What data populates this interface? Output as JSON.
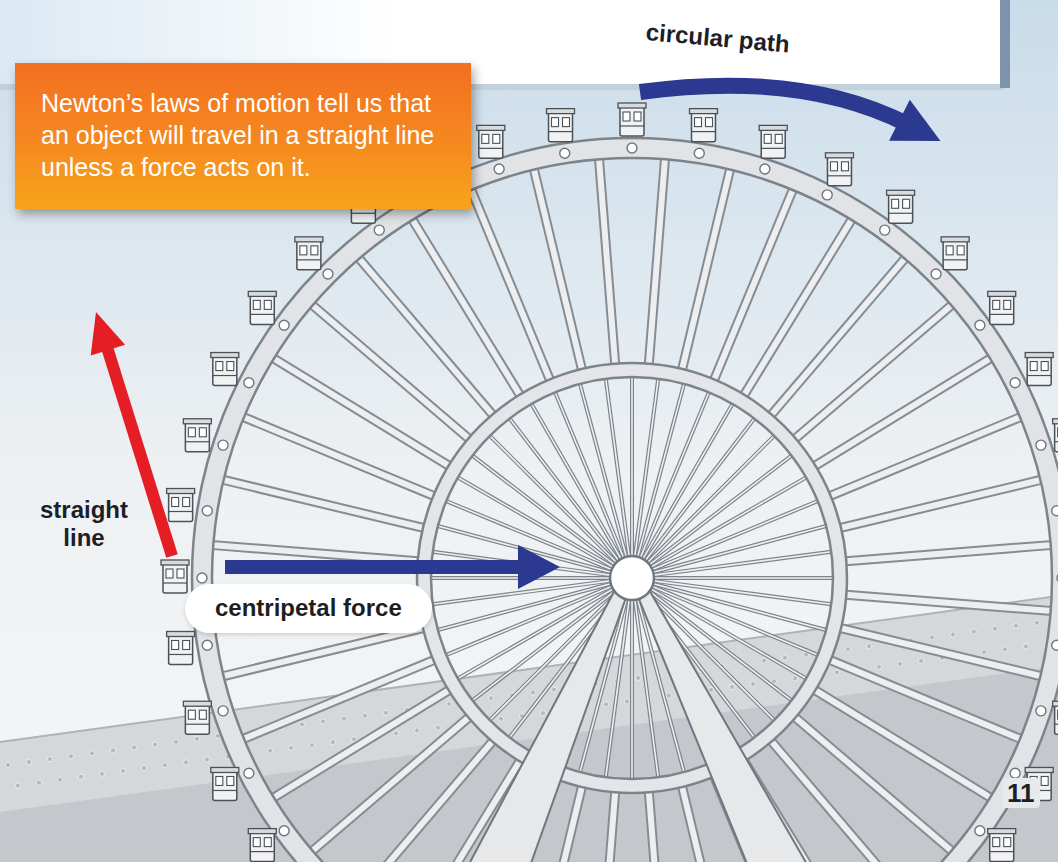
{
  "diagram": {
    "nodes": [
      {
        "text": [
          "Newton’s laws of motion tell us that an object will travel in a straight line unless a force acts on it."
        ]
      },
      {
        "text": [
          "centripetal force"
        ]
      }
    ],
    "labels": [
      "circular path",
      "straight line",
      "11"
    ]
  }
}
